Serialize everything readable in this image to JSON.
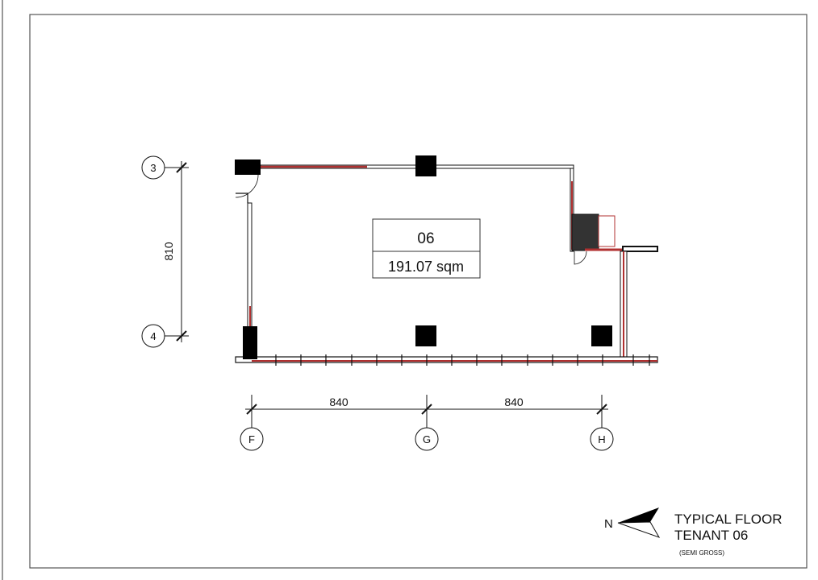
{
  "unit": {
    "number": "06",
    "area": "191.07 sqm"
  },
  "grid": {
    "rows": [
      "3",
      "4"
    ],
    "cols": [
      "F",
      "G",
      "H"
    ],
    "row_dimension": "810",
    "col_dimensions": [
      "840",
      "840"
    ]
  },
  "north": {
    "label": "N"
  },
  "title": {
    "line1": "TYPICAL FLOOR",
    "line2": "TENANT 06",
    "note": "(SEMI GROSS)"
  },
  "colors": {
    "wall": "#111111",
    "glazing": "#b03030",
    "frame": "#555555"
  }
}
